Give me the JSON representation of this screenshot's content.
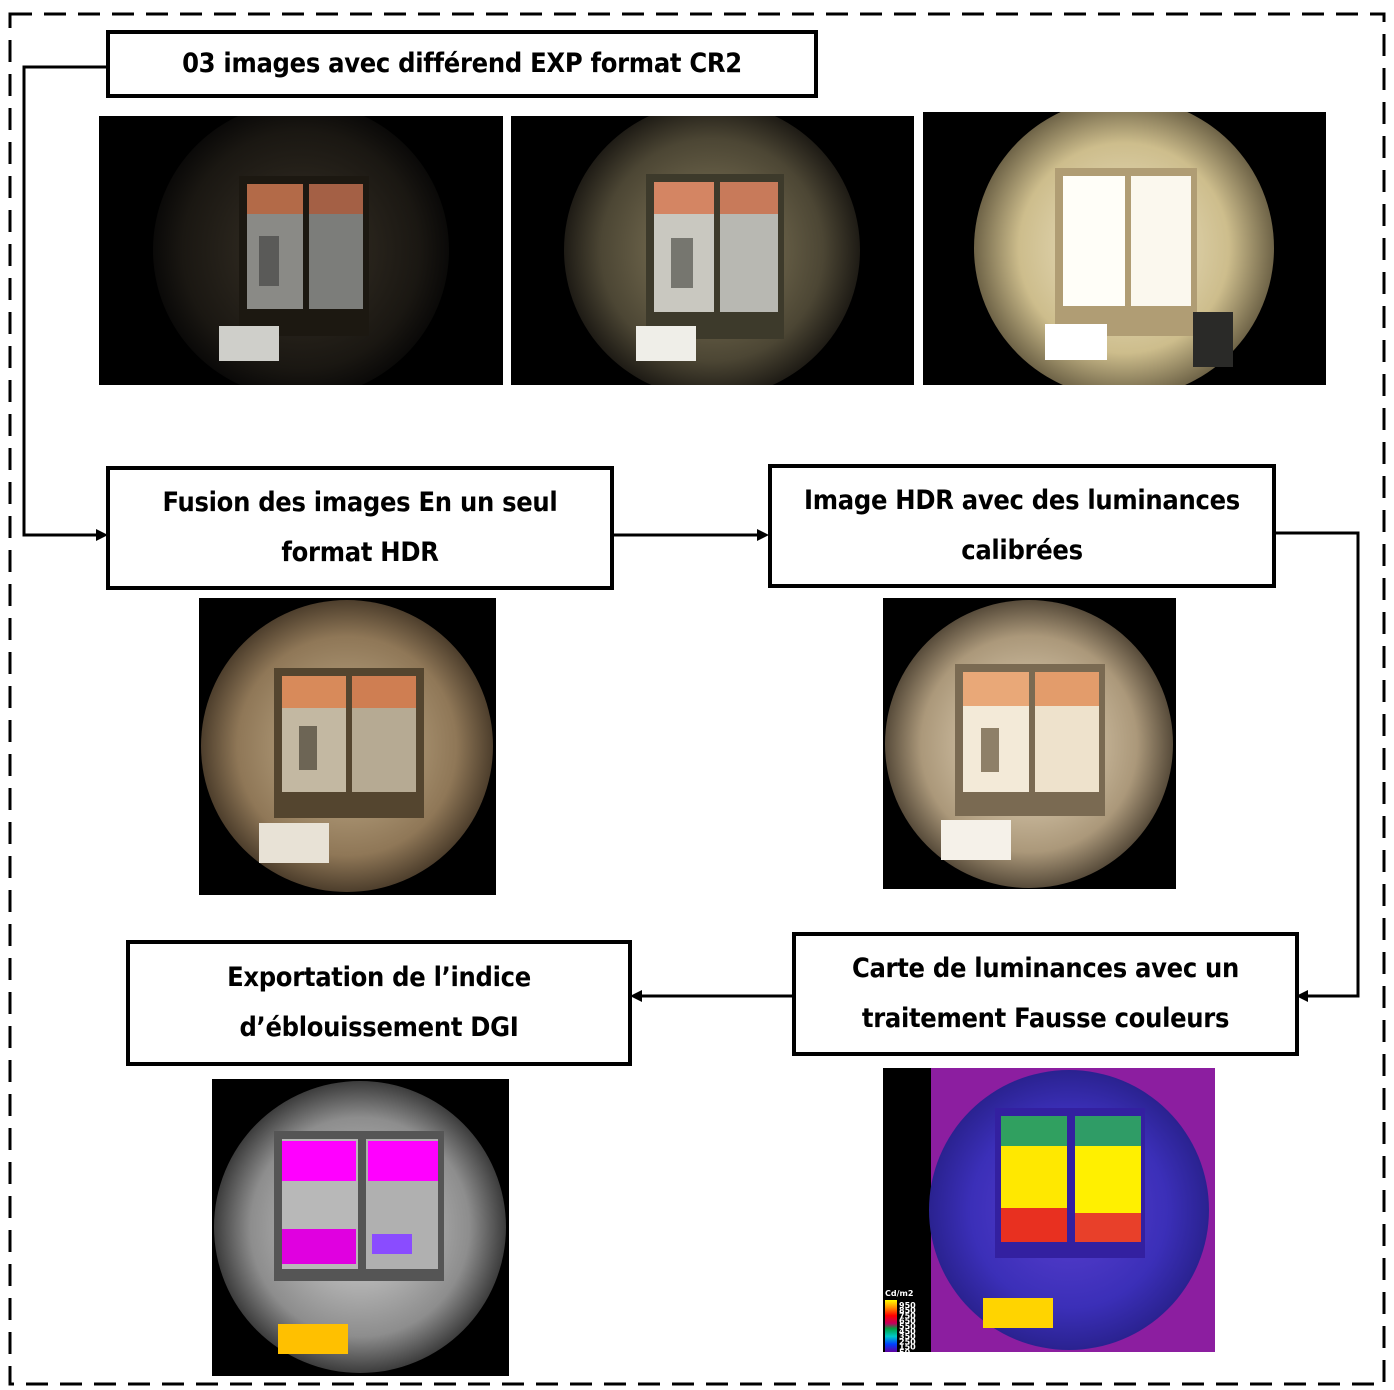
{
  "steps": {
    "capture": "03 images avec différend EXP format CR2",
    "fusion_line1": "Fusion des images En un seul",
    "fusion_line2": "format HDR",
    "hdr_line1": "Image HDR avec des luminances",
    "hdr_line2": "calibrées",
    "falsecolor_line1": "Carte de luminances avec un",
    "falsecolor_line2": "traitement Fausse couleurs",
    "dgi_line1": "Exportation de l’indice",
    "dgi_line2": "d’éblouissement DGI"
  },
  "legend": {
    "unit": "Cd/m2",
    "values": [
      "950",
      "850",
      "750",
      "650",
      "550",
      "450",
      "350",
      "250",
      "150",
      "50"
    ]
  },
  "photos": {
    "exposure_low": "fisheye photo, low exposure",
    "exposure_mid": "fisheye photo, medium exposure",
    "exposure_high": "fisheye photo, high exposure",
    "hdr_fused": "fused HDR fisheye image",
    "hdr_calibrated": "calibrated HDR fisheye image",
    "falsecolor": "false-colour luminance map",
    "dgi": "glare source detection image"
  }
}
